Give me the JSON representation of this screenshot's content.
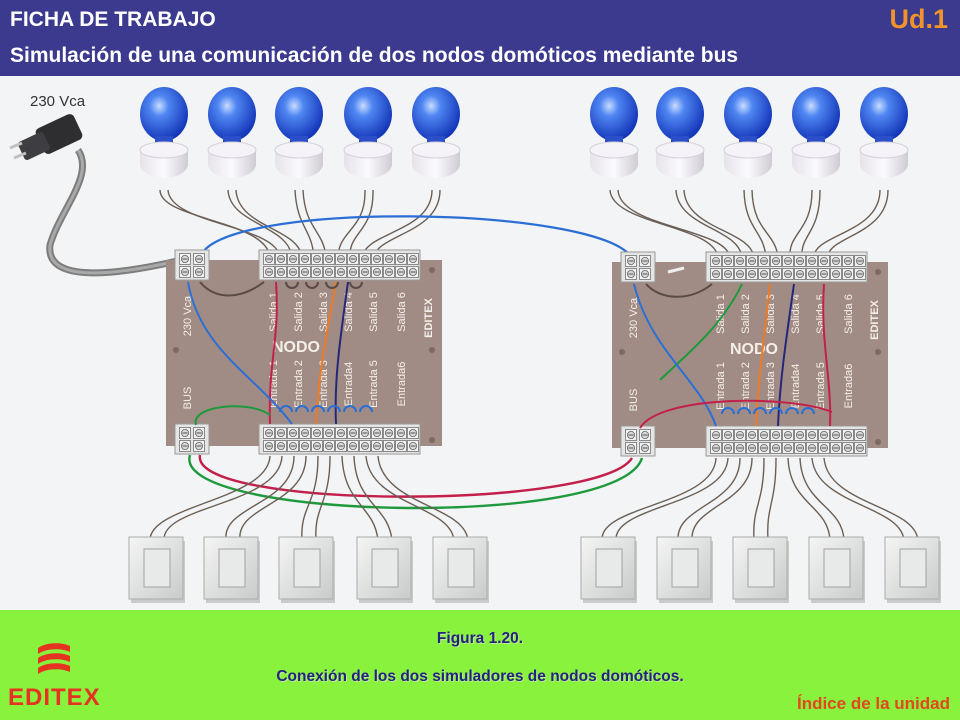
{
  "header": {
    "label": "FICHA DE TRABAJO",
    "subtitle": "Simulación de una comunicación de dos nodos domóticos mediante bus",
    "unit": "Ud.1"
  },
  "diagram": {
    "supply_label": "230 Vca",
    "nodes": [
      {
        "board_title": "NODO",
        "supply_terminal": "230 Vca",
        "bus_terminal": "BUS",
        "brand": "EDITEX",
        "outputs": [
          "Salida 1",
          "Salida 2",
          "Salida 3",
          "Salida 4",
          "Salida 5",
          "Salida 6"
        ],
        "inputs": [
          "Entrada 1",
          "Entrada 2",
          "Entrada 3",
          "Entrada4",
          "Entrada 5",
          "Entrada6"
        ]
      },
      {
        "board_title": "NODO",
        "supply_terminal": "230 Vca",
        "bus_terminal": "BUS",
        "brand": "EDITEX",
        "outputs": [
          "Salida 1",
          "Salida 2",
          "Salida 3",
          "Salida 4",
          "Salida 5",
          "Salida 6"
        ],
        "inputs": [
          "Entrada 1",
          "Entrada 2",
          "Entrada 3",
          "Entrada4",
          "Entrada 5",
          "Entrada6"
        ]
      }
    ],
    "colors": {
      "board": "#a08c84",
      "bulb": "#1f54e8",
      "bus_green": "#1e9a3c",
      "bus_red": "#c41f4a",
      "wire_blue": "#2b6fd6",
      "wire_orange": "#f07a22",
      "wire_navy": "#23287a"
    },
    "icons": [
      "lamp-icon",
      "switch-icon",
      "plug-icon"
    ]
  },
  "footer": {
    "figure_label": "Figura 1.20.",
    "caption": "Conexión de los dos simuladores de nodos domóticos.",
    "brand": "EDITEX",
    "link": "Índice de la unidad"
  }
}
